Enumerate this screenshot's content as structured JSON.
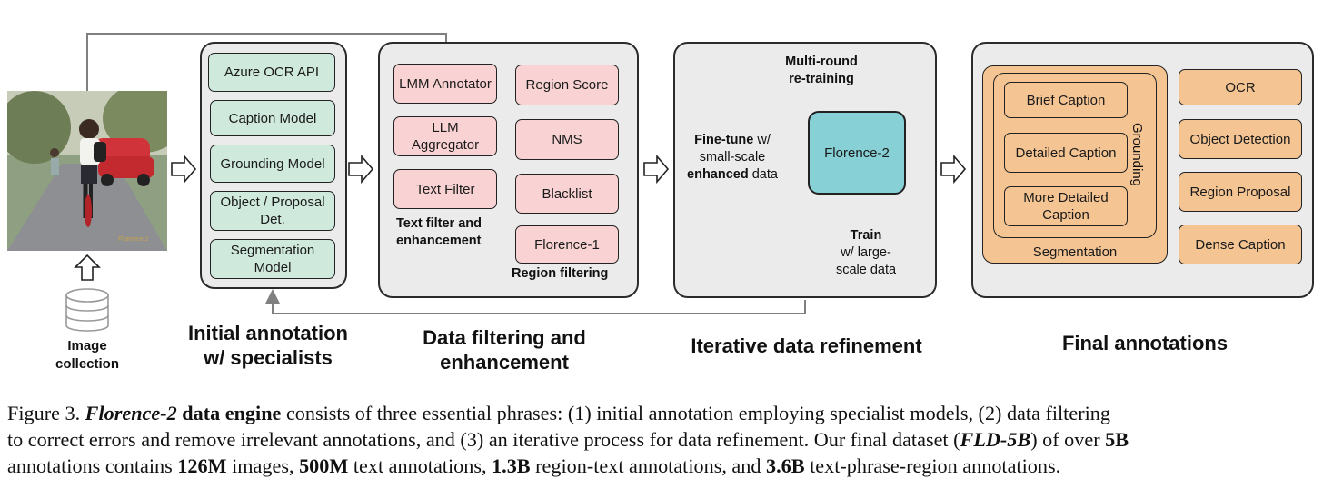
{
  "image_collection": {
    "label_line1": "Image",
    "label_line2": "collection",
    "photo_watermark": "Florence-2"
  },
  "initial": {
    "items": [
      "Azure OCR API",
      "Caption Model",
      "Grounding Model",
      "Object / Proposal Det.",
      "Segmentation Model"
    ],
    "title_line1": "Initial annotation",
    "title_line2": "w/ specialists"
  },
  "filtering": {
    "text_items": [
      "LMM Annotator",
      "LLM Aggregator",
      "Text Filter"
    ],
    "text_label_line1": "Text filter and",
    "text_label_line2": "enhancement",
    "region_items": [
      "Region Score",
      "NMS",
      "Blacklist",
      "Florence-1"
    ],
    "region_label": "Region filtering",
    "title_line1": "Data filtering and",
    "title_line2": "enhancement"
  },
  "refinement": {
    "multi_round_line1": "Multi-round",
    "multi_round_line2": "re-training",
    "finetune_bold1": "Fine-tune",
    "finetune_rest1": " w/",
    "finetune_line2": "small-scale",
    "finetune_bold3": "enhanced",
    "finetune_rest3": " data",
    "model": "Florence-2",
    "train_bold": "Train",
    "train_line2": "w/ large-",
    "train_line3": "scale data",
    "title": "Iterative data refinement"
  },
  "final": {
    "nested": [
      "Brief Caption",
      "Detailed Caption",
      "More Detailed Caption"
    ],
    "grounding": "Grounding",
    "segmentation": "Segmentation",
    "side": [
      "OCR",
      "Object Detection",
      "Region Proposal",
      "Dense Caption"
    ],
    "title": "Final annotations"
  },
  "caption": {
    "l1_a": "Figure 3. ",
    "l1_b": "Florence-2",
    "l1_c": " data engine",
    "l1_d": " consists of three essential phrases: (1) initial annotation employing specialist models, (2) data filtering",
    "l2": "to correct errors and remove irrelevant annotations, and (3) an iterative process for data refinement. Our final dataset (",
    "l2_b": "FLD-5B",
    "l2_c": ") of over ",
    "l2_d": "5B",
    "l3_a": "annotations contains ",
    "l3_b": "126M",
    "l3_c": " images, ",
    "l3_d": "500M",
    "l3_e": " text annotations, ",
    "l3_f": "1.3B",
    "l3_g": " region-text annotations, and ",
    "l3_h": "3.6B",
    "l3_i": " text-phrase-region annotations."
  },
  "colors": {
    "panel": "#ebebeb",
    "green": "#cfe9dc",
    "pink": "#f9d3d3",
    "orange": "#f4c493",
    "teal": "#86d0d6",
    "arrow": "#808080"
  }
}
